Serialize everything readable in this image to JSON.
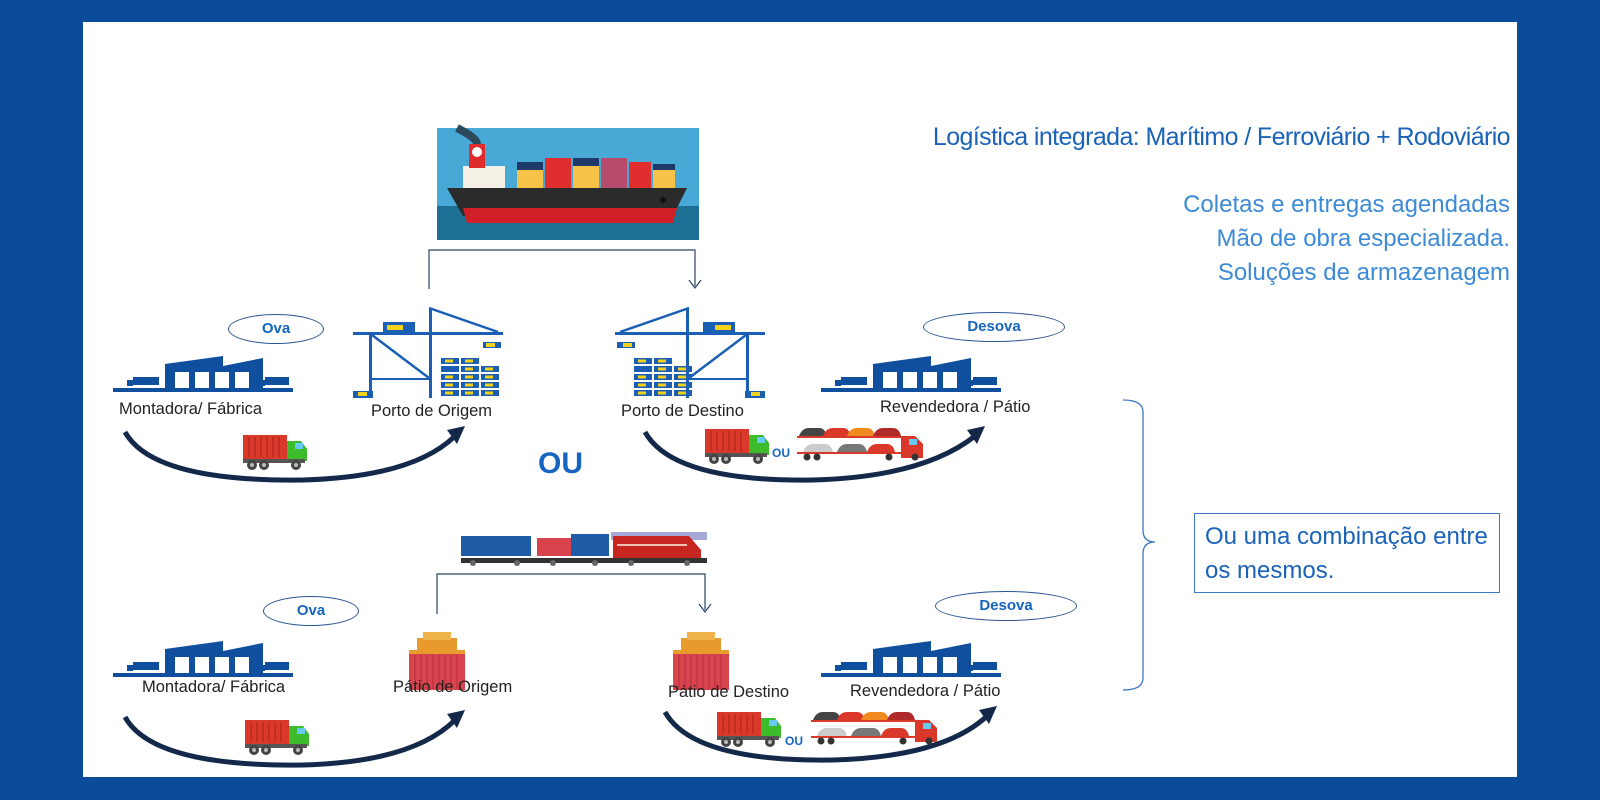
{
  "title": "Logística integrada: Marítimo / Ferroviário + Rodoviário",
  "bullets": [
    "Coletas e entregas agendadas",
    "Mão de obra especializada.",
    "Soluções de armazenagem"
  ],
  "colors": {
    "frame": "#0b4c9a",
    "accent_blue": "#1565c0",
    "title_blue": "#1a63b8",
    "bullet_blue": "#3d8ad6",
    "arc_navy": "#14284a"
  },
  "maritime_flow": {
    "transport_icon": "cargo-ship-icon",
    "stage_label": "Ova",
    "destination_stage_label": "Desova",
    "nodes": [
      {
        "label": "Montadora/ Fábrica",
        "icon": "factory-icon"
      },
      {
        "label": "Porto de Origem",
        "icon": "port-crane-icon"
      },
      {
        "label": "Porto de Destino",
        "icon": "port-crane-icon"
      },
      {
        "label": "Revendedora / Pátio",
        "icon": "warehouse-icon"
      }
    ],
    "alt_connector": "OU"
  },
  "separator": "OU",
  "rail_flow": {
    "transport_icon": "freight-train-icon",
    "stage_label": "Ova",
    "destination_stage_label": "Desova",
    "nodes": [
      {
        "label": "Montadora/ Fábrica",
        "icon": "factory-icon"
      },
      {
        "label": "Pátio de Origem",
        "icon": "container-yard-icon"
      },
      {
        "label": "Pátio de Destino",
        "icon": "container-yard-icon"
      },
      {
        "label": "Revendedora / Pátio",
        "icon": "warehouse-icon"
      }
    ],
    "alt_connector": "OU"
  },
  "combination_note": "Ou uma combinação entre os mesmos."
}
